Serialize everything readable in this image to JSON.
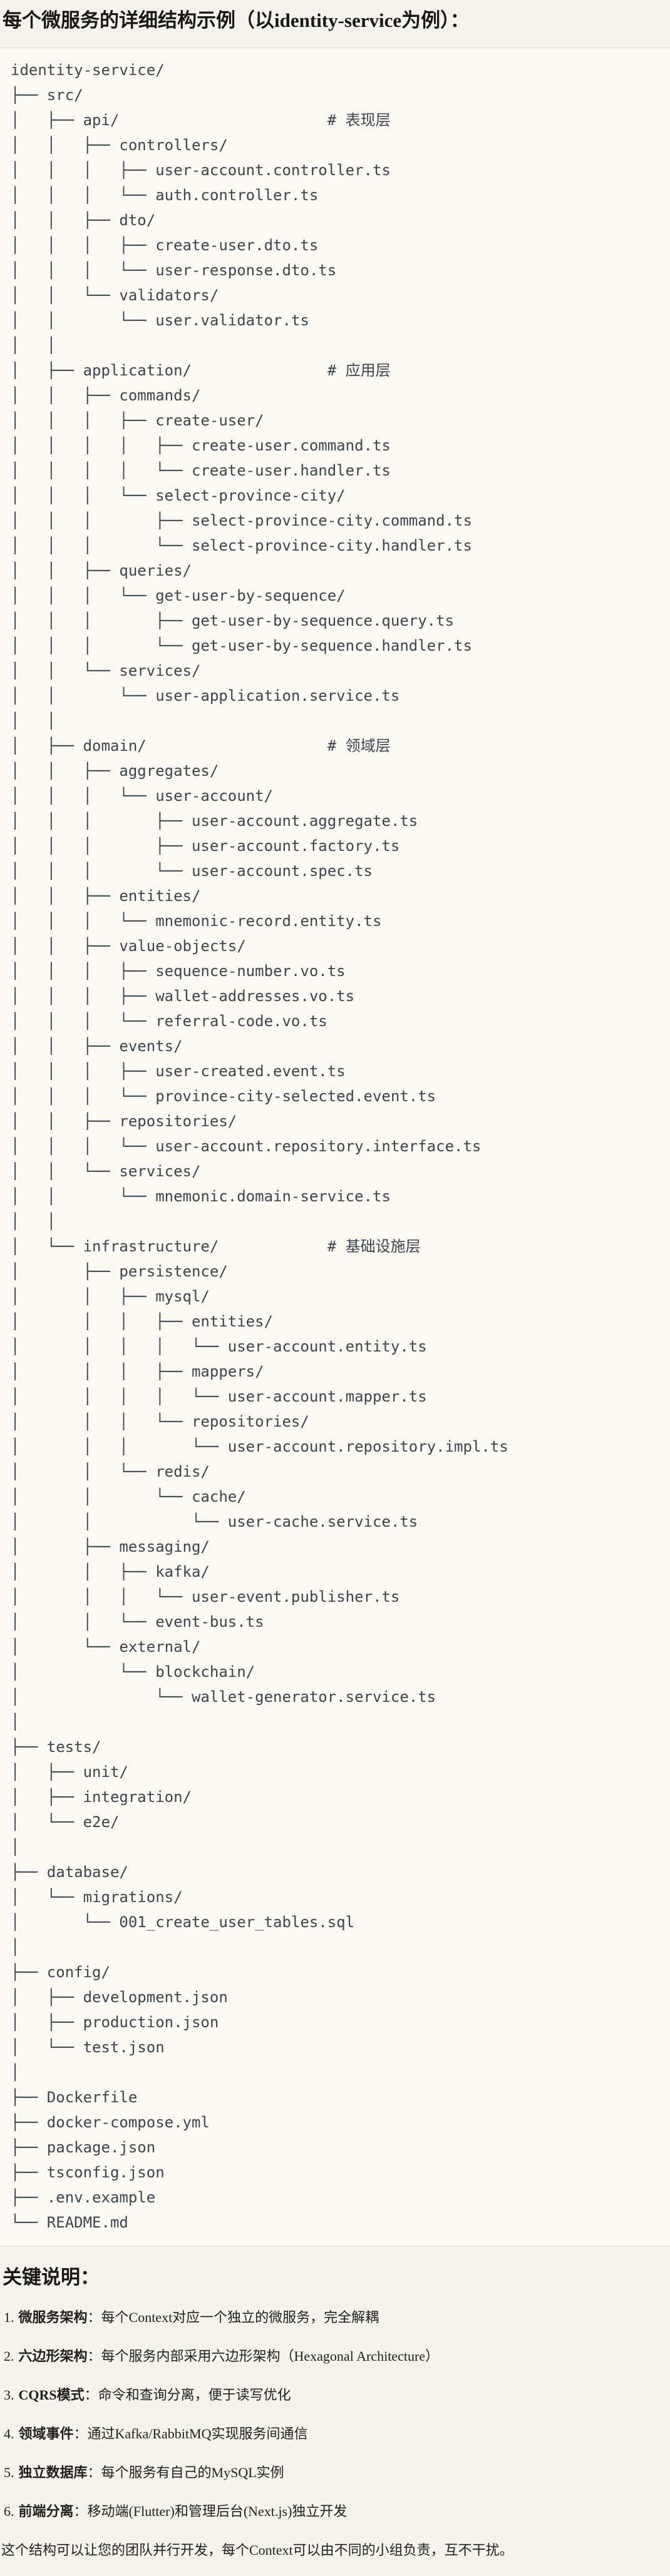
{
  "title": "每个微服务的详细结构示例（以identity-service为例）：",
  "tree_text": "identity-service/\n├── src/\n│   ├── api/                       # 表现层\n│   │   ├── controllers/\n│   │   │   ├── user-account.controller.ts\n│   │   │   └── auth.controller.ts\n│   │   ├── dto/\n│   │   │   ├── create-user.dto.ts\n│   │   │   └── user-response.dto.ts\n│   │   └── validators/\n│   │       └── user.validator.ts\n│   │\n│   ├── application/               # 应用层\n│   │   ├── commands/\n│   │   │   ├── create-user/\n│   │   │   │   ├── create-user.command.ts\n│   │   │   │   └── create-user.handler.ts\n│   │   │   └── select-province-city/\n│   │   │       ├── select-province-city.command.ts\n│   │   │       └── select-province-city.handler.ts\n│   │   ├── queries/\n│   │   │   └── get-user-by-sequence/\n│   │   │       ├── get-user-by-sequence.query.ts\n│   │   │       └── get-user-by-sequence.handler.ts\n│   │   └── services/\n│   │       └── user-application.service.ts\n│   │\n│   ├── domain/                    # 领域层\n│   │   ├── aggregates/\n│   │   │   └── user-account/\n│   │   │       ├── user-account.aggregate.ts\n│   │   │       ├── user-account.factory.ts\n│   │   │       └── user-account.spec.ts\n│   │   ├── entities/\n│   │   │   └── mnemonic-record.entity.ts\n│   │   ├── value-objects/\n│   │   │   ├── sequence-number.vo.ts\n│   │   │   ├── wallet-addresses.vo.ts\n│   │   │   └── referral-code.vo.ts\n│   │   ├── events/\n│   │   │   ├── user-created.event.ts\n│   │   │   └── province-city-selected.event.ts\n│   │   ├── repositories/\n│   │   │   └── user-account.repository.interface.ts\n│   │   └── services/\n│   │       └── mnemonic.domain-service.ts\n│   │\n│   └── infrastructure/            # 基础设施层\n│       ├── persistence/\n│       │   ├── mysql/\n│       │   │   ├── entities/\n│       │   │   │   └── user-account.entity.ts\n│       │   │   ├── mappers/\n│       │   │   │   └── user-account.mapper.ts\n│       │   │   └── repositories/\n│       │   │       └── user-account.repository.impl.ts\n│       │   └── redis/\n│       │       └── cache/\n│       │           └── user-cache.service.ts\n│       ├── messaging/\n│       │   ├── kafka/\n│       │   │   └── user-event.publisher.ts\n│       │   └── event-bus.ts\n│       └── external/\n│           └── blockchain/\n│               └── wallet-generator.service.ts\n│\n├── tests/\n│   ├── unit/\n│   ├── integration/\n│   └── e2e/\n│\n├── database/\n│   └── migrations/\n│       └── 001_create_user_tables.sql\n│\n├── config/\n│   ├── development.json\n│   ├── production.json\n│   └── test.json\n│\n├── Dockerfile\n├── docker-compose.yml\n├── package.json\n├── tsconfig.json\n├── .env.example\n└── README.md",
  "notes": {
    "heading": "关键说明：",
    "items": [
      {
        "num": "1.",
        "label": "微服务架构",
        "text": "：每个Context对应一个独立的微服务，完全解耦"
      },
      {
        "num": "2.",
        "label": "六边形架构",
        "text": "：每个服务内部采用六边形架构（Hexagonal Architecture）"
      },
      {
        "num": "3.",
        "label": "CQRS模式",
        "text": "：命令和查询分离，便于读写优化"
      },
      {
        "num": "4.",
        "label": "领域事件",
        "text": "：通过Kafka/RabbitMQ实现服务间通信"
      },
      {
        "num": "5.",
        "label": "独立数据库",
        "text": "：每个服务有自己的MySQL实例"
      },
      {
        "num": "6.",
        "label": "前端分离",
        "text": "：移动端(Flutter)和管理后台(Next.js)独立开发"
      }
    ],
    "footer": "这个结构可以让您的团队并行开发，每个Context可以由不同的小组负责，互不干扰。"
  },
  "colors": {
    "page_bg": "#F5F3ED",
    "code_bg": "#FAF9F4",
    "code_border": "#E0DDD5",
    "tree_text": "#3E444B",
    "body_text": "#1F1E1A"
  }
}
